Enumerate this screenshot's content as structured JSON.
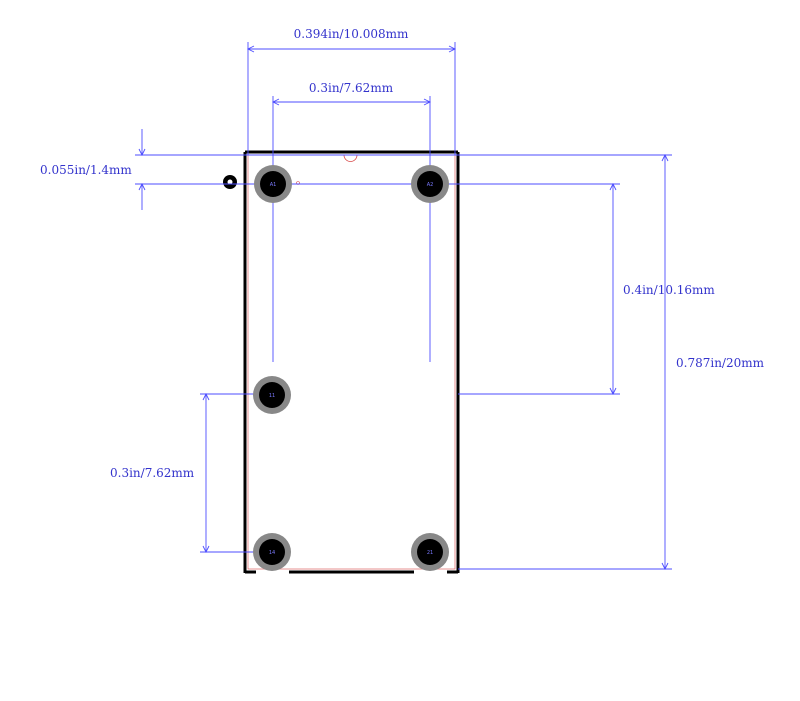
{
  "dimensions": {
    "overall_width": "0.394in/10.008mm",
    "pin_pitch_x": "0.3in/7.62mm",
    "edge_offset": "0.055in/1.4mm",
    "row_spacing": "0.4in/10.16mm",
    "overall_height": "0.787in/20mm",
    "pin_pitch_y": "0.3in/7.62mm"
  },
  "pads": {
    "top_left": "A1",
    "top_right": "A2",
    "mid_left": "11",
    "bottom_left": "14",
    "bottom_right": "21"
  },
  "colors": {
    "dimension": "#4d4dff",
    "outline": "#000000",
    "silk": "#cc0000",
    "pad_ring": "#888888",
    "pad_core": "#000000"
  }
}
